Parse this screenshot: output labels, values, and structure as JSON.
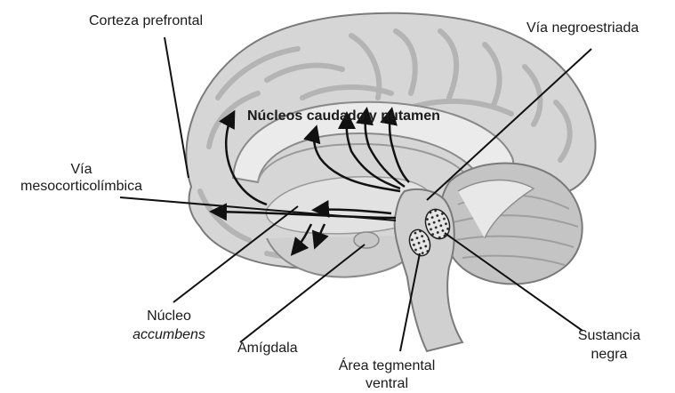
{
  "labels": {
    "prefrontal_cortex": "Corteza prefrontal",
    "nigrostriatal_pathway": "Vía negroestriada",
    "caudate_putamen": "Núcleos caudado y putamen",
    "mesocorticolimbic_line1": "Vía",
    "mesocorticolimbic_line2": "mesocorticolímbica",
    "accumbens_line1": "Núcleo",
    "accumbens_line2": "accumbens",
    "amygdala": "Amígdala",
    "vta_line1": "Área tegmental",
    "vta_line2": "ventral",
    "substantia_nigra_line1": "Sustancia",
    "substantia_nigra_line2": "negra"
  },
  "colors": {
    "brain_fill": "#d6d6d6",
    "brain_fold": "#b9b9b9",
    "inner_fill": "#ebebeb",
    "cerebellum_fill": "#c4c4c4",
    "outline": "#7a7a7a",
    "pathway": "#111111"
  }
}
